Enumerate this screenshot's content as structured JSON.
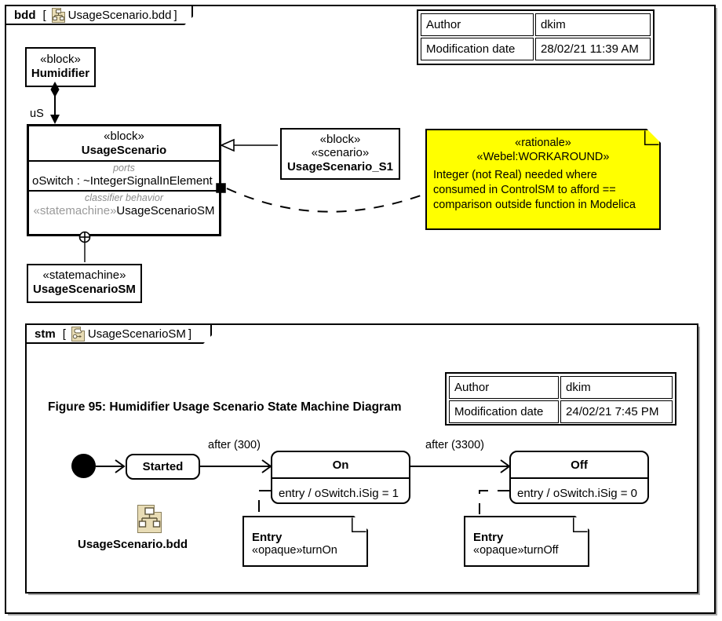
{
  "bdd_frame": {
    "kind": "bdd",
    "bracket_open": "[",
    "bracket_close": "]",
    "name": "UsageScenario.bdd",
    "icon": "bdd-diagram-icon"
  },
  "bdd_meta": {
    "rows": [
      {
        "label": "Author",
        "value": "dkim"
      },
      {
        "label": "Modification date",
        "value": "28/02/21 11:39 AM"
      }
    ]
  },
  "blocks": {
    "humidifier": {
      "stereotype": "«block»",
      "name": "Humidifier"
    },
    "usage_scenario": {
      "stereotype": "«block»",
      "name": "UsageScenario",
      "ports_title": "ports",
      "ports": "oSwitch : ~IntegerSignalInElement",
      "behavior_title": "classifier behavior",
      "behavior_stereotype": "«statemachine»",
      "behavior_name": "UsageScenarioSM"
    },
    "usage_scenario_s1": {
      "stereotype1": "«block»",
      "stereotype2": "«scenario»",
      "name": "UsageScenario_S1"
    },
    "usage_scenario_sm": {
      "stereotype": "«statemachine»",
      "name": "UsageScenarioSM"
    }
  },
  "association": {
    "role_label": "uS"
  },
  "rationale_note": {
    "stereotype1": "«rationale»",
    "stereotype2": "«Webel:WORKAROUND»",
    "line1": "Integer (not Real) needed where",
    "line2": "consumed in ControlSM to afford ==",
    "line3": "comparison outside function in Modelica",
    "fill": "#ffff00"
  },
  "stm_frame": {
    "kind": "stm",
    "bracket_open": "[",
    "bracket_close": "]",
    "name": "UsageScenarioSM",
    "icon": "statemachine-diagram-icon"
  },
  "stm_meta": {
    "rows": [
      {
        "label": "Author",
        "value": "dkim"
      },
      {
        "label": "Modification date",
        "value": "24/02/21 7:45 PM"
      }
    ]
  },
  "figure_caption": "Figure 95: Humidifier Usage Scenario State Machine Diagram",
  "bdd_file_ref": {
    "label": "UsageScenario.bdd",
    "icon": "bdd-diagram-icon"
  },
  "state_machine": {
    "initial_pseudostate": "initial-state",
    "states": [
      {
        "name": "Started",
        "entry": ""
      },
      {
        "name": "On",
        "entry": "entry / oSwitch.iSig = 1"
      },
      {
        "name": "Off",
        "entry": "entry / oSwitch.iSig = 0"
      }
    ],
    "transitions": [
      {
        "label": "",
        "from": "initial",
        "to": "Started"
      },
      {
        "label": "after (300)",
        "from": "Started",
        "to": "On"
      },
      {
        "label": "after (3300)",
        "from": "On",
        "to": "Off"
      }
    ],
    "notes": [
      {
        "title": "Entry",
        "body": "«opaque»turnOn"
      },
      {
        "title": "Entry",
        "body": "«opaque»turnOff"
      }
    ]
  }
}
